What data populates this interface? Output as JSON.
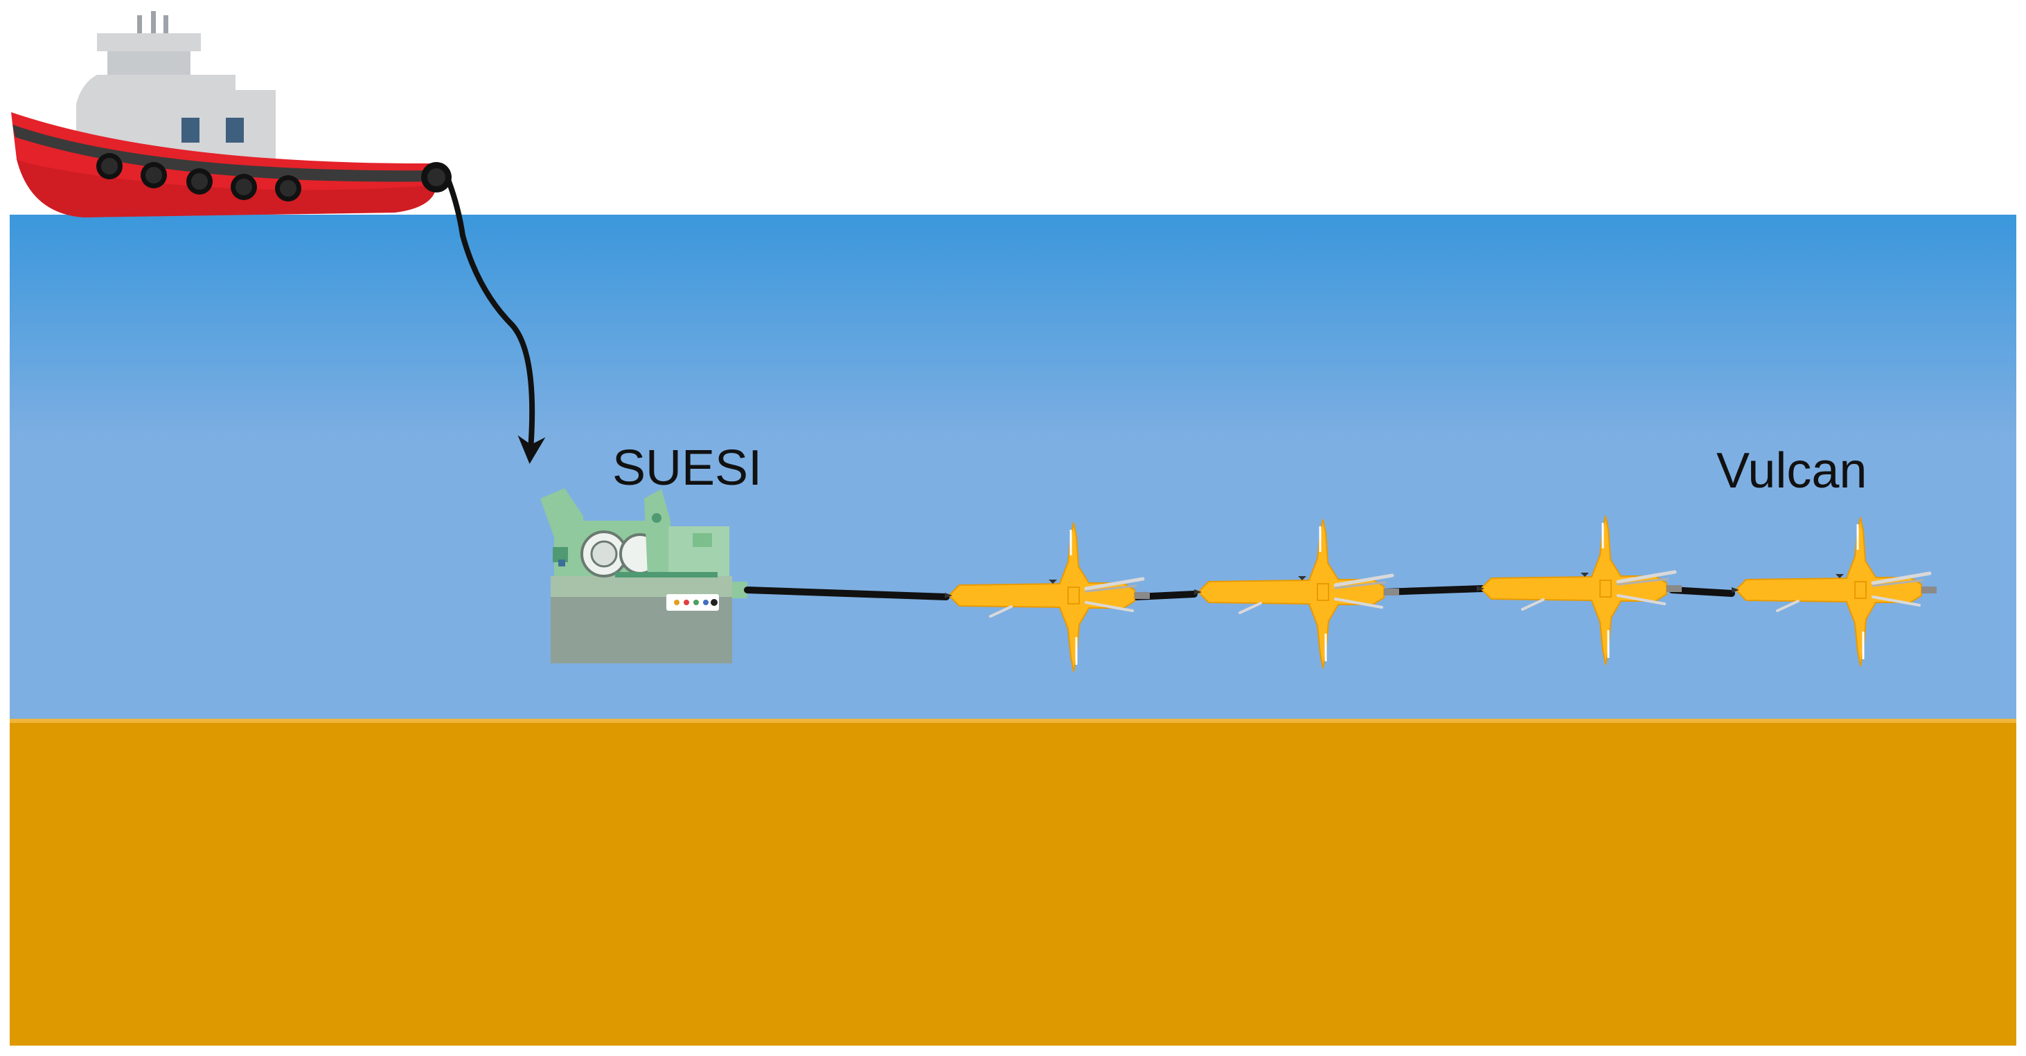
{
  "labels": {
    "suesi": "SUESI",
    "vulcan": "Vulcan"
  },
  "vulcan_unit_count": 4,
  "colors": {
    "water_top": "#3b97dc",
    "water_mid": "#7eafe2",
    "seabed": "#df9900",
    "seabed_edge": "#f0b63a",
    "hull": "#e42229",
    "hull_dark": "#a8151b",
    "ship_stripe": "#3a3a3a",
    "ship_superstructure": "#d3d5d7",
    "ship_window": "#3f5f7f",
    "cable": "#111111",
    "suesi_body": "#8fa197",
    "suesi_green": "#8fc99d",
    "suesi_green_dark": "#4f9a73",
    "vulcan_yellow": "#ffb81c",
    "vulcan_orange": "#e99a00"
  },
  "icons": [
    "ship-icon",
    "suesi-icon",
    "vulcan-icon",
    "cable-arrow-icon"
  ]
}
